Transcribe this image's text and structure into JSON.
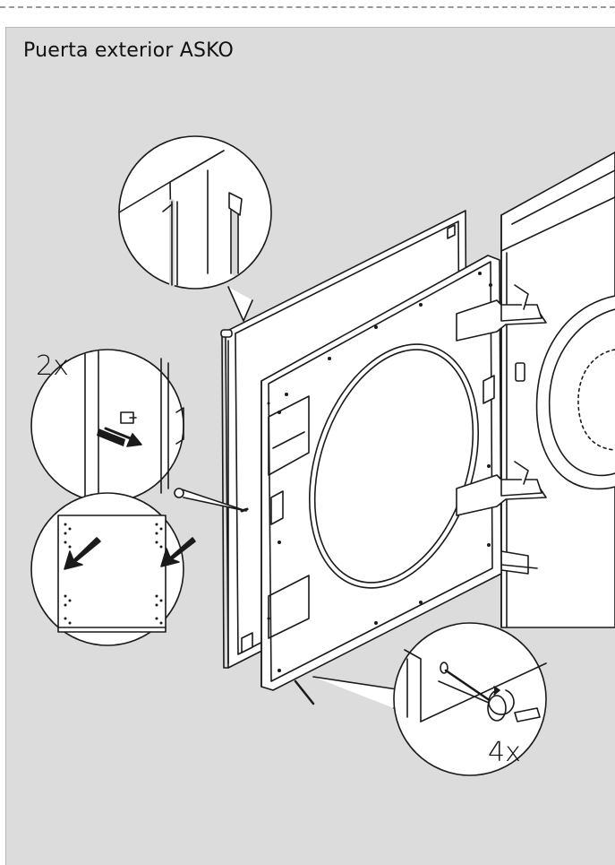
{
  "page": {
    "title": "Puerta exterior ASKO"
  },
  "callouts": {
    "hinge_screw_count": "2x",
    "mount_screw_count": "4x"
  },
  "colors": {
    "panel_background": "#dcdcdc",
    "line": "#1a1a1a",
    "fill_white": "#ffffff"
  },
  "icons": [
    "arrow-icon",
    "rotate-icon",
    "screwdriver-icon"
  ]
}
